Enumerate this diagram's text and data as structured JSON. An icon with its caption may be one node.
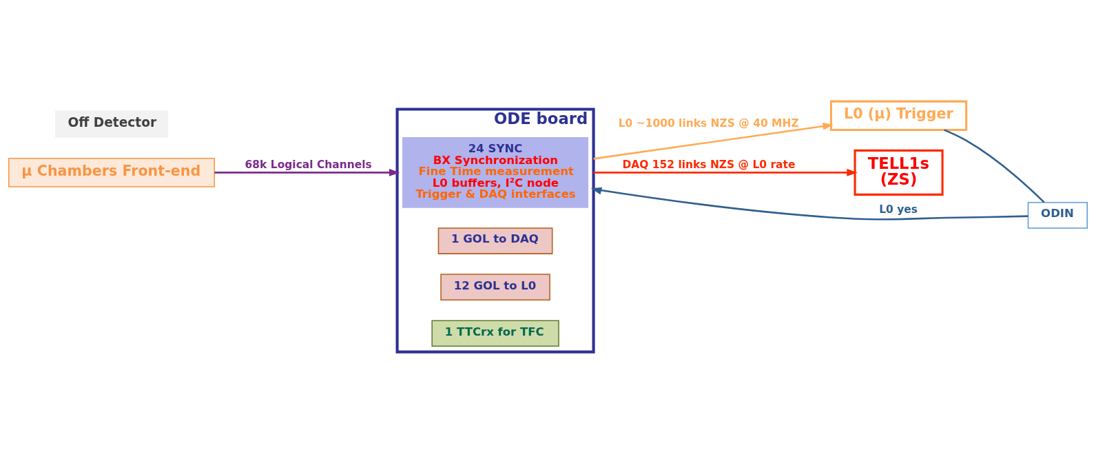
{
  "diagram": {
    "nodes": [
      {
        "text": [
          "μ Chambers Front-end"
        ]
      },
      {
        "text": [
          "ODE board"
        ]
      },
      {
        "text": [
          "24 SYNC",
          "BX Synchronization",
          "Fine Time measurement",
          "L0 buffers, I²C node",
          "Trigger & DAQ interfaces"
        ],
        "in": 1
      },
      {
        "text": [
          "1 GOL to DAQ"
        ],
        "in": 1
      },
      {
        "text": [
          "12 GOL to L0"
        ],
        "in": 1
      },
      {
        "text": [
          "1 TTCrx for TFC"
        ],
        "in": 1
      },
      {
        "text": [
          "L0 (μ) Trigger"
        ]
      },
      {
        "text": [
          "ODIN"
        ]
      },
      {
        "text": [
          "TELL1s",
          "(ZS)"
        ]
      }
    ],
    "edges": [
      {
        "from": 0,
        "to": 1,
        "arrow": "to",
        "label": "68k Logical Channels",
        "color": "#7b2a8c"
      },
      {
        "from": 1,
        "to": 6,
        "arrow": "to",
        "label": "L0 ~1000 links NZS @ 40 MHZ",
        "color": "#ffaa55"
      },
      {
        "from": 6,
        "to": 7,
        "arrow": "none",
        "color": "#2f5f8f"
      },
      {
        "from": 7,
        "to": 1,
        "arrow": "to",
        "label": "L0 yes",
        "color": "#2f5f8f"
      },
      {
        "from": 1,
        "to": 8,
        "arrow": "to",
        "label": "DAQ 152 links NZS @ L0 rate",
        "color": "#ff2a00"
      }
    ],
    "labels": [
      "Off Detector"
    ]
  }
}
